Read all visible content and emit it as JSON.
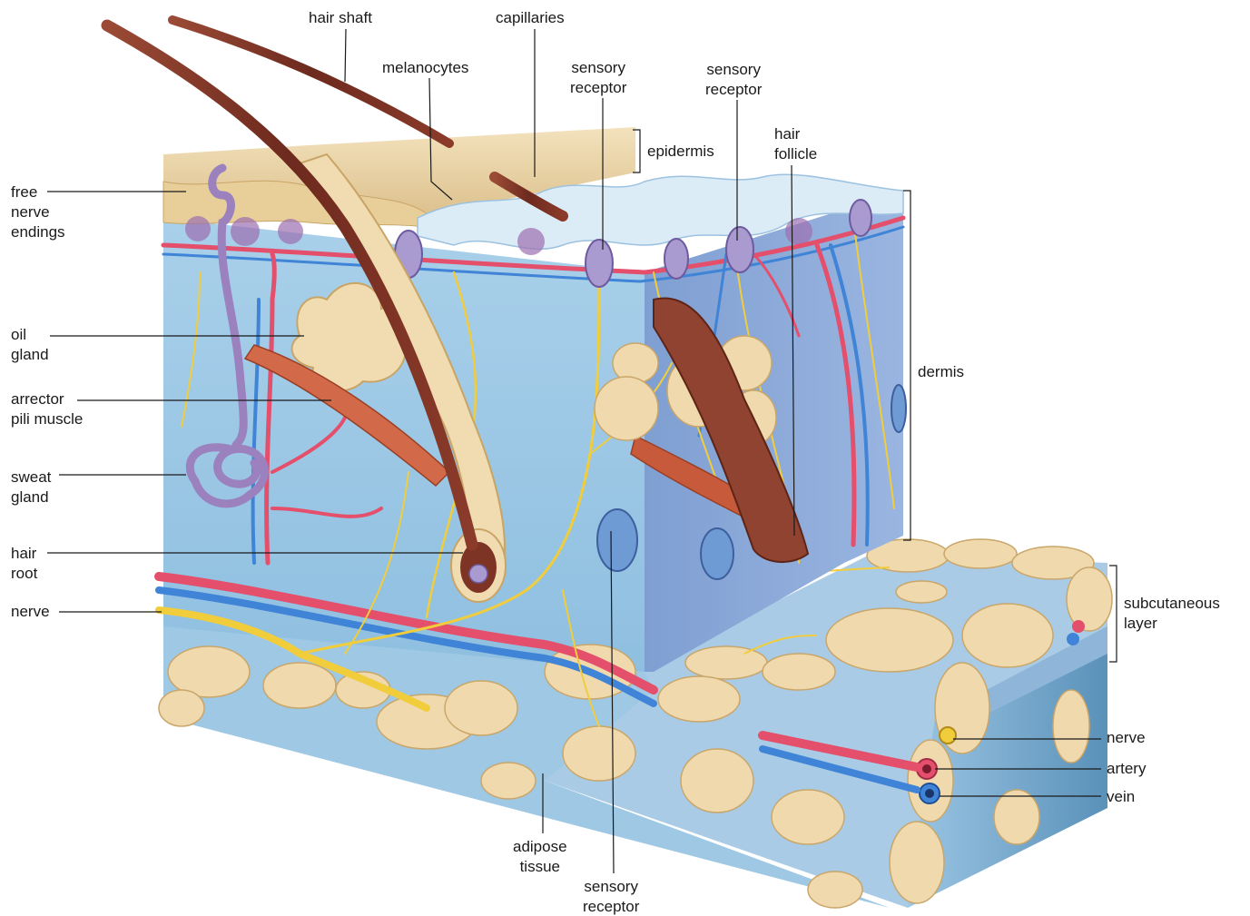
{
  "colors": {
    "epidermis": "#e9d3a2",
    "dermis": "#9cc6e2",
    "dermis_side": "#86a6d6",
    "adipose": "#efd9ad",
    "artery": "#e44f6b",
    "vein": "#3f84d6",
    "nerve": "#f1cd3c",
    "hair": "#7e3424",
    "sweat_gland": "#9b82be",
    "leader_line": "#1a1a1a"
  },
  "labels": {
    "hair_shaft": "hair shaft",
    "capillaries": "capillaries",
    "melanocytes": "melanocytes",
    "sensory_receptor_1": "sensory\nreceptor",
    "sensory_receptor_2": "sensory\nreceptor",
    "sensory_receptor_3": "sensory\nreceptor",
    "epidermis": "epidermis",
    "hair_follicle": "hair\nfollicle",
    "dermis": "dermis",
    "free_nerve_endings": "free\nnerve\nendings",
    "oil_gland": "oil\ngland",
    "arrector_pili_muscle": "arrector\npili muscle",
    "sweat_gland": "sweat\ngland",
    "hair_root": "hair\nroot",
    "nerve_left": "nerve",
    "subcutaneous_layer": "subcutaneous\nlayer",
    "nerve_right": "nerve",
    "artery": "artery",
    "vein": "vein",
    "adipose_tissue": "adipose\ntissue"
  }
}
